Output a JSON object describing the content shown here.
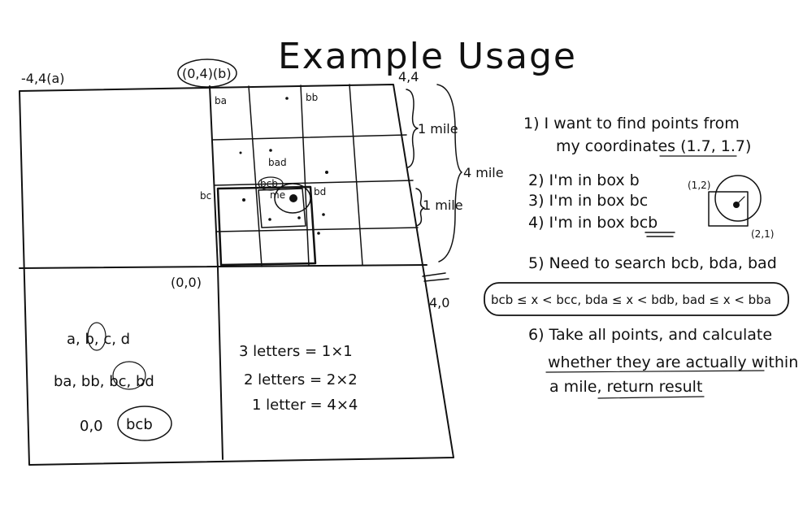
{
  "title": "Example Usage",
  "corners": {
    "top_left": "-4,4(a)",
    "top_mid": "(0,4)(b)",
    "top_right": "4,4",
    "center": "(0,0)",
    "mid_right": "4,0"
  },
  "grid_labels": {
    "ba": "ba",
    "bb": "bb",
    "bc": "bc",
    "bad": "bad",
    "bcb": "bcb",
    "bd": "bd",
    "me": "me"
  },
  "distances": {
    "one_mile_top": "1 mile",
    "one_mile_bottom": "1 mile",
    "four_mile": "4 mile"
  },
  "bottom_left": {
    "line1": "a, b, c, d",
    "line2": "ba, bb, bc, bd",
    "line3_prefix": "0,0",
    "line3_circled": "bcb"
  },
  "bottom_right": {
    "line1": "3 letters = 1×1",
    "line2": "2 letters = 2×2",
    "line3": "1 letter = 4×4"
  },
  "steps": {
    "s1a": "1) I want to find points from",
    "s1b": "my coordinates (1.7, 1.7)",
    "s2": "2) I'm in box b",
    "s3": "3) I'm in box bc",
    "s4": "4) I'm in box bcb",
    "s5": "5) Need to search bcb, bda, bad",
    "s5_range": "bcb ≤ x < bcc, bda ≤ x < bdb, bad ≤ x < bba",
    "s6a": "6) Take all points, and calculate",
    "s6b": "whether they are actually within",
    "s6c": "a mile, return result"
  },
  "mini_box": {
    "label_tl": "(1,2)",
    "label_br": "(2,1)"
  }
}
